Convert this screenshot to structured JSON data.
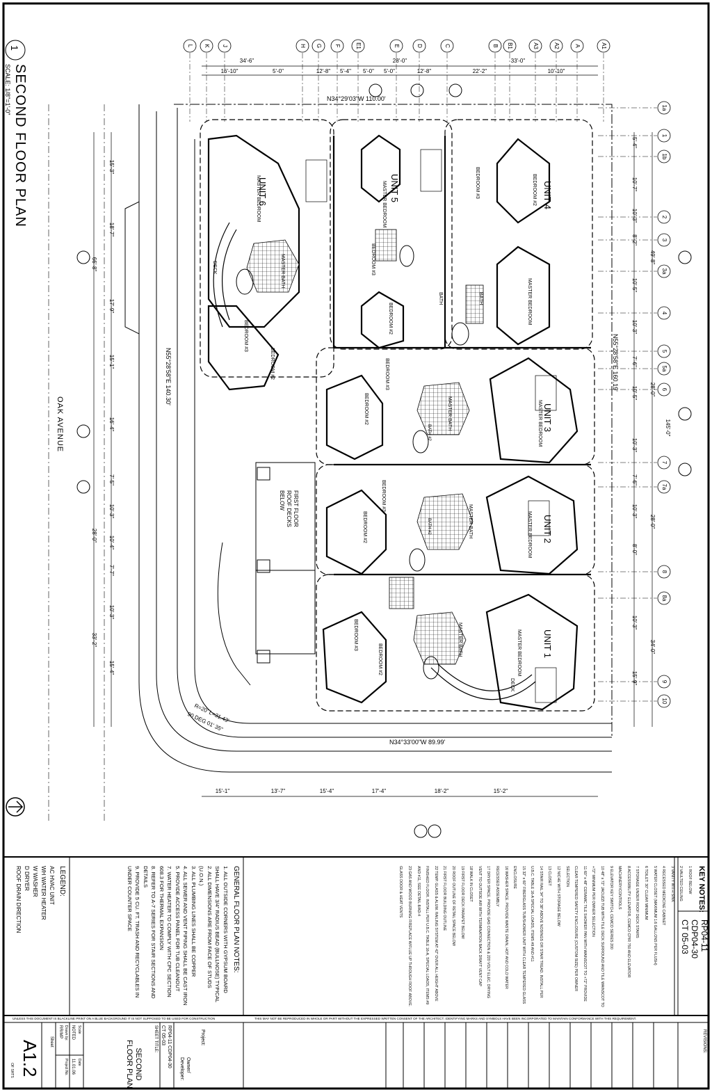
{
  "drawing": {
    "title": "SECOND FLOOR PLAN",
    "scale": "SCALE: 1/8\"=1'-0\"",
    "detail_number": "1",
    "street": "OAK AVENUE"
  },
  "grid_top": [
    "L",
    "K",
    "J",
    "H",
    "G",
    "F",
    "E1",
    "E",
    "D",
    "C",
    "B",
    "B1",
    "A3",
    "A2",
    "A",
    "A1"
  ],
  "grid_right": [
    "1a",
    "1",
    "1b",
    "2",
    "3",
    "3a",
    "4",
    "5",
    "5a",
    "6",
    "7",
    "7a",
    "8",
    "8a",
    "9",
    "10"
  ],
  "dims_top": [
    "34'-6\"",
    "28'-0\"",
    "33'-0\"",
    "16'-10\"",
    "5'-0\"",
    "12'-8\"",
    "5'-4\"",
    "5'-0\"",
    "5'-0\"",
    "12'-8\"",
    "22'-2\"",
    "10'-10\""
  ],
  "dims_left": [
    "15'-3\"",
    "18'-7\"",
    "17'-9\"",
    "15'-1\"",
    "16'-4\"",
    "7'-5\"",
    "10'-3\"",
    "10'-4\"",
    "7'-7\"",
    "10'-3\"",
    "15'-4\""
  ],
  "dims_left_outer": [
    "66'-8\"",
    "28'-0\"",
    "33'-2\""
  ],
  "dims_right": [
    "5'-4\"",
    "10'-7\"",
    "10'-3\"",
    "8'-2\"",
    "10'-5\"",
    "10'-3\"",
    "7'-6\"",
    "10'-5\"",
    "10'-3\"",
    "7'-6\"",
    "10'-3\"",
    "8'-0\"",
    "10'-3\"",
    "15'-9\""
  ],
  "dims_right_outer": [
    "49'-8\"",
    "28'-0\"",
    "28'-0\"",
    "34'-0\"",
    "145'-0\""
  ],
  "dims_bottom": [
    "15'-1\"",
    "13'-7\"",
    "15'-4\"",
    "17'-4\"",
    "18'-2\"",
    "15'-2\""
  ],
  "bearings": {
    "top": "N34°29'03\"W  110.00'",
    "left": "N55°28'58\"E  140.30'",
    "right": "N55°28'58\"E  160.19'",
    "bottom": "N34°33'00\"W  89.99'",
    "curve1": "R=20'  L=31.43'",
    "curve2": "90 DEG 01' 35\""
  },
  "units": [
    {
      "name": "UNIT 1",
      "rooms": [
        "MASTER BEDROOM",
        "MASTER BATH",
        "BEDROOM #2",
        "BEDROOM #3",
        "DECK"
      ]
    },
    {
      "name": "UNIT 2",
      "rooms": [
        "MASTER BEDROOM",
        "MASTER BATH",
        "BEDROOM #2",
        "BEDROOM #3",
        "BATH #2"
      ]
    },
    {
      "name": "UNIT 3",
      "rooms": [
        "MASTER BEDROOM",
        "MASTER BATH",
        "BEDROOM #2",
        "BEDROOM #3",
        "BATH #2"
      ]
    },
    {
      "name": "UNIT 4",
      "rooms": [
        "BEDROOM #2",
        "BEDROOM #3",
        "MASTER BEDROOM",
        "BATH"
      ]
    },
    {
      "name": "UNIT 5",
      "rooms": [
        "MASTER BEDROOM",
        "BEDROOM #2",
        "BEDROOM #3",
        "BATH"
      ]
    },
    {
      "name": "UNIT 6",
      "rooms": [
        "MASTER BEDROOM",
        "MASTER BATH",
        "BEDROOM #2",
        "BEDROOM #3",
        "DECK"
      ]
    }
  ],
  "misc_labels": [
    "FIRST FLOOR ROOF DECKS BELOW"
  ],
  "key_notes_title": "KEY NOTES:",
  "key_notes": [
    "1  ROOF BELOW",
    "2  VAULTED CEILING",
    "3  VANITY WITH SINK",
    "4  RECESSED MEDICINE CABINET",
    "5  WATER CLOSET (MAXIMUM 1.6 GALLONS PER FLUSH)",
    "6  TOILET: 30\" CLEAR MINIMUM",
    "7  STORAGE UNDER ROOF DECK STAIRS",
    "8  ACCESSIBILITY ELEVATOR, CEMCO CPIR 750 AND ELEVATOR MACHINERY/CONTROLS",
    "9  ELEVATOR KEY SWITCH, CEMCO SERIES 200",
    "10  48\" x 72\" JACUZZI TUB WITH TILE DECK SURROUND AND TILE WAINSCOT TO +72\" MINIMUM PER OWNER SELECTION",
    "11  60\" x 48\" CERAMIC TILE SHOWER PAN WITH WAINSCOT TO +72\" PROVIDE CLEAR TEMPERED SAFETY ENCLOSURE (CUSTOM SIZE) PER OWNER SELECTION",
    "12  NICHE WITH STORAGE BELOW",
    "13  CLOSET",
    "14  STAIR RAIL 34\" TO 38\" ABOVE NOSINGS OR STAIR TREAD. INSTALL PER U.B.C. TABLE 16-A SPECIAL LOADS, ITEMS #9 AND #11",
    "15  32\" x 60\" FIBERGLASS TUB/SHOWER UNIT WITH CLEAR TEMPERED GLASS ENCLOSURE",
    "16  WASHER SPACE. PROVIDE WASTE DRAIN, HOT AND COLD WATER RECESSED ASSEMBLY",
    "17  DRYER SPACE. PROVIDE GAS CONNECTION & 220 VOLT ELEC. DRYING VENT TO OUTSIDE AIR WITH TERMINATION BACK DRAFT VENT CAP",
    "18  WALK IN CLOSET",
    "19  FIRST FLOOR DECK PARAPET BELOW",
    "20  ROOF OUTLINE OF RETAIL SPACE BELOW",
    "21  FIRST FLOOR BUILDING OUTLINE",
    "22  TEMP. GLASS & ALUM. RAILING SYSTEM AT 42\" OVER ALL HEIGHT ABOVE FINISHED FLOOR. INSTALL PER U.B.C. TABLE 16-A, SPECIAL LOADS, ITEMS #9 AND #11, SEE DETAIL 8/AD-4",
    "23  GAS AND WOOD BURNING FIREPLACE W/FLUE UP THROUGH ROOF ABOVE. GLASS DOOR & HEAT VENTS"
  ],
  "general_notes_title": "GENERAL FLOOR PLAN NOTES:",
  "general_notes": [
    "1.  ALL OUTSIDE CORNERS WITH GYPSUM BOARD SHALL HAVE 3/4\" RADIUS BEAD (BULLNOSE) TYPICAL",
    "2.  ALL DIMENSIONS ARE FROM FACE OF STUDS (U.O.N.)",
    "3.  ALL PLUMBING LINES SHALL BE COPPER",
    "4.  ALL SEWER AND VENT PIPING SHALL BE CAST IRON",
    "5.  PROVIDE ACCESS PANEL FOR TUB CLEANOUT",
    "7.  WATER HEATER TO COMPLY WITH CPC SECTION 608.3 FOR THERMAL EXPANSION",
    "8.  REFER TO A-7 SERIES FOR STAIR SECTIONS AND DETAILS",
    "9.  PROVIDE 5 CU. FT. TRASH AND RECYCLABLES IN UNDER COUNTER SPACE"
  ],
  "legend_title": "LEGEND:",
  "legend": [
    "AC  HVAC UNIT",
    "WH  WATER HEATER",
    "W  WASHER",
    "D  DRYER",
    "ROOF DRAIN DIRECTION"
  ],
  "permit_numbers": [
    "RP04-11",
    "CDP04-30",
    "CT 05-03"
  ],
  "disclaimer_left": "UNLESS THIS DOCUMENT IS BLACKLINE PRINT ON A BLUE BACKGROUND IT IS NOT SUPPOSED TO BE USED FOR CONSTRUCTION",
  "disclaimer_right": "THIS MAY NOT BE REPRODUCED IN WHOLE OR PART WITHOUT THE EXPRESSED WRITTEN CONSENT OF THE ARCHITECT. IDENTIFYING MARKS AND SYMBOLS HAVE BEEN INCORPORATED TO MAINTAIN CONFORMANCE WITH THIS REQUIREMENT.",
  "title_block": {
    "sheet_title_label": "SHEET TITLE:",
    "sheet_title": "SECOND FLOOR PLAN",
    "project_label": "Project:",
    "owner_label": "Owner/ Developer:",
    "revisions_label": "REVISIONS:",
    "permit_small": "RP04-11 CDP04-30 CT 05-03",
    "sheet_label": "Sheet",
    "sheet_number": "A1.2",
    "sheets_of": "OF SHTS",
    "date_label": "Date",
    "date": "11.01.06",
    "scale_label": "Scale",
    "scale": "NOTED",
    "drawn_label": "Drawn by:",
    "drawn": "RR/MP",
    "project_no_label": "Project No."
  }
}
